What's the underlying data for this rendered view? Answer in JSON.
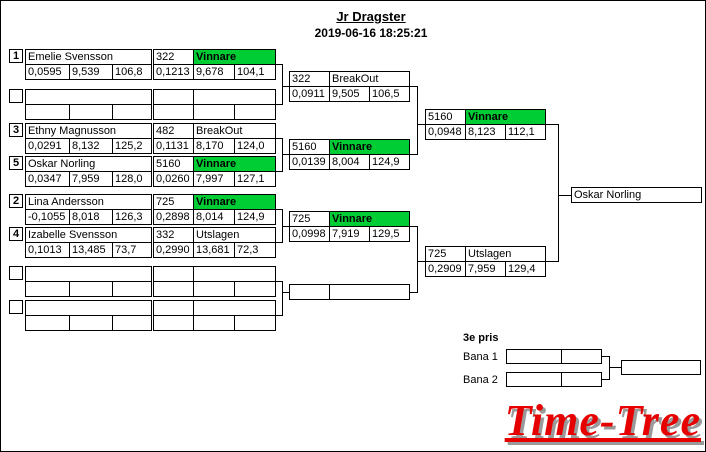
{
  "colors": {
    "winner_green": "#00cc33"
  },
  "header": {
    "title": "Jr Dragster",
    "timestamp": "2019-06-16 18:25:21"
  },
  "round1": [
    {
      "seed": "1",
      "competitor": {
        "name": "Emelie Svensson",
        "rt": "0,0595",
        "et": "9,539",
        "speed": "106,8"
      },
      "result": {
        "lane": "322",
        "status": "Vinnare",
        "rt": "0,1213",
        "et": "9,678",
        "speed": "104,1"
      }
    },
    {
      "seed": "",
      "competitor": {
        "name": "",
        "rt": "",
        "et": "",
        "speed": ""
      },
      "result": {
        "lane": "",
        "status": "",
        "rt": "",
        "et": "",
        "speed": ""
      }
    },
    {
      "seed": "3",
      "competitor": {
        "name": "Ethny Magnusson",
        "rt": "0,0291",
        "et": "8,132",
        "speed": "125,2"
      },
      "result": {
        "lane": "482",
        "status": "BreakOut",
        "rt": "0,1131",
        "et": "8,170",
        "speed": "124,0"
      }
    },
    {
      "seed": "5",
      "competitor": {
        "name": "Oskar Norling",
        "rt": "0,0347",
        "et": "7,959",
        "speed": "128,0"
      },
      "result": {
        "lane": "5160",
        "status": "Vinnare",
        "rt": "0,0260",
        "et": "7,997",
        "speed": "127,1"
      }
    },
    {
      "seed": "2",
      "competitor": {
        "name": "Lina Andersson",
        "rt": "-0,1055",
        "et": "8,018",
        "speed": "126,3"
      },
      "result": {
        "lane": "725",
        "status": "Vinnare",
        "rt": "0,2898",
        "et": "8,014",
        "speed": "124,9"
      }
    },
    {
      "seed": "4",
      "competitor": {
        "name": "Izabelle Svensson",
        "rt": "0,1013",
        "et": "13,485",
        "speed": "73,7"
      },
      "result": {
        "lane": "332",
        "status": "Utslagen",
        "rt": "0,2990",
        "et": "13,681",
        "speed": "72,3"
      }
    },
    {
      "seed": "",
      "competitor": {
        "name": "",
        "rt": "",
        "et": "",
        "speed": ""
      },
      "result": {
        "lane": "",
        "status": "",
        "rt": "",
        "et": "",
        "speed": ""
      }
    },
    {
      "seed": "",
      "competitor": {
        "name": "",
        "rt": "",
        "et": "",
        "speed": ""
      },
      "result": {
        "lane": "",
        "status": "",
        "rt": "",
        "et": "",
        "speed": ""
      }
    }
  ],
  "round2": [
    {
      "lane": "322",
      "status": "BreakOut",
      "rt": "0,0911",
      "et": "9,505",
      "speed": "106,5"
    },
    {
      "lane": "5160",
      "status": "Vinnare",
      "rt": "0,0139",
      "et": "8,004",
      "speed": "124,9"
    },
    {
      "lane": "725",
      "status": "Vinnare",
      "rt": "0,0998",
      "et": "7,919",
      "speed": "129,5"
    },
    {
      "lane": "",
      "status": ""
    }
  ],
  "round3": [
    {
      "lane": "5160",
      "status": "Vinnare",
      "rt": "0,0948",
      "et": "8,123",
      "speed": "112,1"
    },
    {
      "lane": "725",
      "status": "Utslagen",
      "rt": "0,2909",
      "et": "7,959",
      "speed": "129,4"
    }
  ],
  "final": {
    "winner": "Oskar Norling"
  },
  "third_prize": {
    "title": "3e pris",
    "lane1": "Bana 1",
    "lane2": "Bana 2"
  },
  "logo": {
    "text": "Time-Tree",
    "color": "#e60000"
  }
}
